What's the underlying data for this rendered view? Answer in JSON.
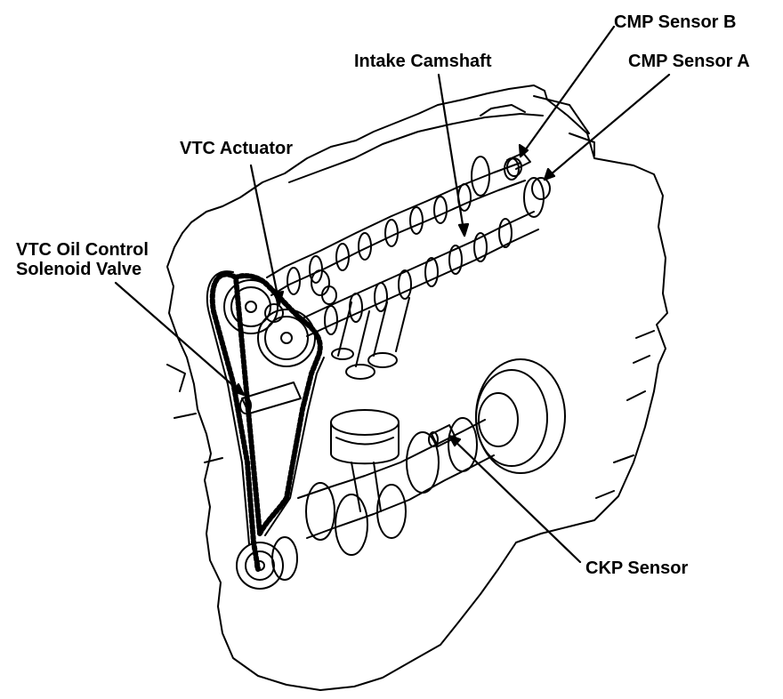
{
  "labels": {
    "cmp_sensor_b": "CMP Sensor B",
    "cmp_sensor_a": "CMP Sensor A",
    "intake_camshaft": "Intake Camshaft",
    "vtc_actuator": "VTC Actuator",
    "vtc_oil_control_line1": "VTC Oil Control",
    "vtc_oil_control_line2": "Solenoid Valve",
    "ckp_sensor": "CKP Sensor"
  },
  "colors": {
    "ink": "#000000",
    "paper": "#ffffff"
  }
}
